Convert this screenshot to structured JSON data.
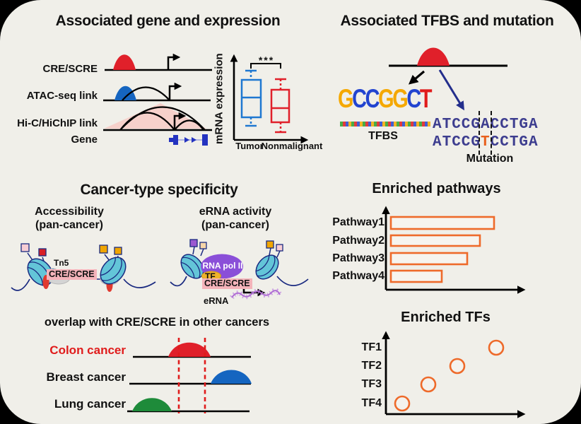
{
  "colors": {
    "background": "#f0efe9",
    "red_peak": "#e0202a",
    "blue_peak": "#1565c0",
    "green_peak": "#1e8b3a",
    "navy_arrow": "#232e8c",
    "orange_accent": "#ee6a2a",
    "logo_G": "#f5a800",
    "logo_C": "#2244d0",
    "logo_T": "#e01b1b",
    "sequence_navy": "#3d3d8f",
    "mutation_orange": "#e8601d",
    "nucleosome_cyan": "#63c5d8",
    "rna_pol2_purple": "#8a4fd8",
    "tf_gold": "#efb32a",
    "cre_chip_pink": "#f4b3ba",
    "hic_triangle_pink": "#f6cdc8",
    "erna_purple": "#b06fd4"
  },
  "top_left": {
    "title": "Associated gene and expression",
    "row_labels": [
      "CRE/SCRE",
      "ATAC-seq link",
      "Hi-C/HiChIP link",
      "Gene"
    ],
    "boxplot": {
      "y_axis_label": "mRNA expression",
      "significance": "***",
      "x_categories": [
        "Tumor",
        "Nonmalignant"
      ]
    }
  },
  "top_right": {
    "title": "Associated TFBS and mutation",
    "motif_letters": [
      "G",
      "C",
      "C",
      "G",
      "G",
      "C",
      "T"
    ],
    "motif_label": "TFBS",
    "sequence_reference": "ATCCGACCTGA",
    "sequence_mutated": {
      "left": "ATCCG",
      "mutated_base": "T",
      "right": "CCTGA"
    },
    "mutation_label": "Mutation"
  },
  "bottom_left": {
    "title": "Cancer-type specificity",
    "accessibility_label": {
      "line1": "Accessibility",
      "line2": "(pan-cancer)"
    },
    "erna_activity_label": {
      "line1": "eRNA activity",
      "line2": "(pan-cancer)"
    },
    "tn5_label": "Tn5",
    "cre_chip_accessibility": "CRE/SCRE",
    "rna_pol2_label": "RNA pol II",
    "tf_label": "TF",
    "cre_chip_erna": "CRE/SCRE",
    "erna_label": "eRNA",
    "overlap_title": "overlap with CRE/SCRE in other cancers",
    "tracks": [
      {
        "label": "Colon cancer",
        "highlighted": true,
        "peak_color": "#e0202a"
      },
      {
        "label": "Breast cancer",
        "highlighted": false,
        "peak_color": "#1565c0"
      },
      {
        "label": "Lung cancer",
        "highlighted": false,
        "peak_color": "#1e8b3a"
      }
    ]
  },
  "bottom_right": {
    "pathways_title": "Enriched pathways",
    "pathway_labels": [
      "Pathway1",
      "Pathway2",
      "Pathway3",
      "Pathway4"
    ],
    "tfs_title": "Enriched TFs",
    "tf_labels": [
      "TF1",
      "TF2",
      "TF3",
      "TF4"
    ]
  }
}
